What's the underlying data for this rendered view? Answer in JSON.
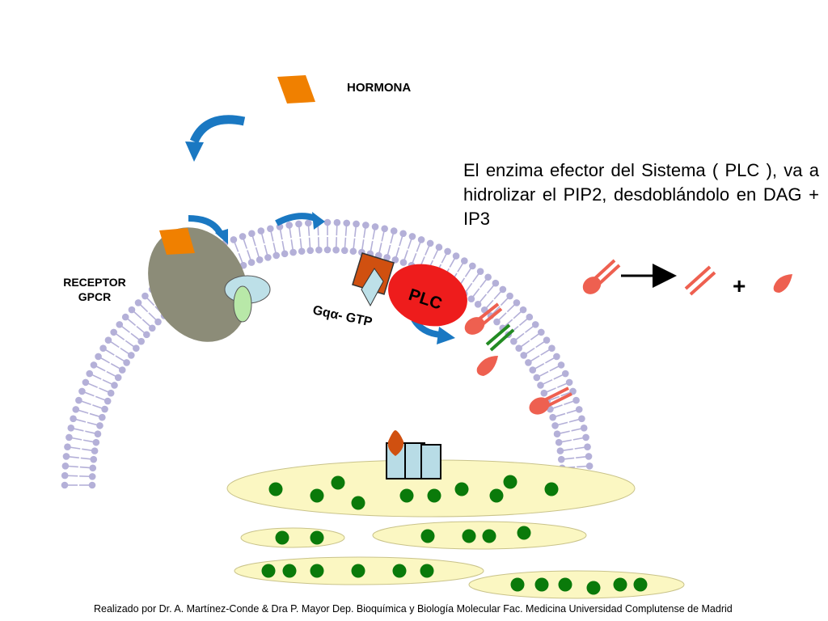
{
  "labels": {
    "hormone": "HORMONA",
    "receptor_line1": "RECEPTOR",
    "receptor_line2": "GPCR",
    "g_protein": "Gqα- GTP",
    "enzyme": "PLC",
    "plus": "+"
  },
  "description": "El enzima efector del Sistema ( PLC ), va a hidrolizar el PIP2, desdoblándolo en DAG + IP3",
  "footer": "Realizado por Dr. A. Martínez-Conde & Dra P. Mayor Dep. Bioquímica y Biología Molecular Fac. Medicina Universidad Complutense de Madrid",
  "colors": {
    "hormone": "#f08000",
    "membrane": "#b4b0d8",
    "receptor": "#8c8c78",
    "g_alpha": "#d05010",
    "g_beta_gamma": "#bde0e8",
    "plc": "#ee1c1c",
    "pip2": "#ee6050",
    "dag": "#228b22",
    "arrow": "#1a78c2",
    "er": "#fbf7c2",
    "calcium": "#0a7a0a",
    "channel": "#b8dce6"
  },
  "icons": [
    "curved-arrow-icon",
    "straight-arrow-icon"
  ]
}
